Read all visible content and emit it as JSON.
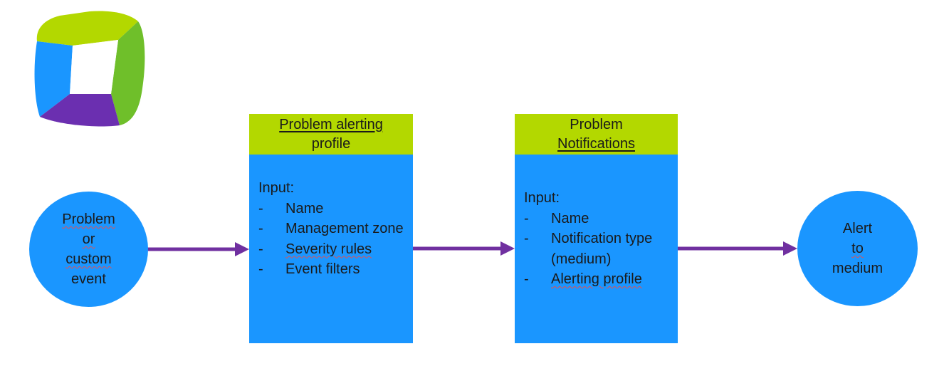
{
  "colors": {
    "node_blue": "#1a96ff",
    "header_green": "#b3d800",
    "arrow_purple": "#7030a0",
    "logo_lime": "#b3d800",
    "logo_green": "#6fbf2a",
    "logo_blue": "#1a96ff",
    "logo_purple": "#6b2fb0"
  },
  "logo": {
    "icon": "dynatrace-logo-icon"
  },
  "nodes": {
    "start": {
      "lines": [
        "Problem",
        "or",
        "custom",
        "event"
      ]
    },
    "alerting_profile": {
      "title_lines": [
        "Problem alerting",
        "profile"
      ],
      "input_label": "Input:",
      "items": [
        "Name",
        "Management zone",
        "Severity rules",
        "Event filters"
      ]
    },
    "notifications": {
      "title_lines": [
        "Problem",
        "Notifications"
      ],
      "input_label": "Input:",
      "items": [
        "Name",
        "Notification type (medium)",
        "Alerting profile"
      ]
    },
    "end": {
      "lines": [
        "Alert to",
        "medium"
      ]
    }
  },
  "bullet_marker": "-"
}
